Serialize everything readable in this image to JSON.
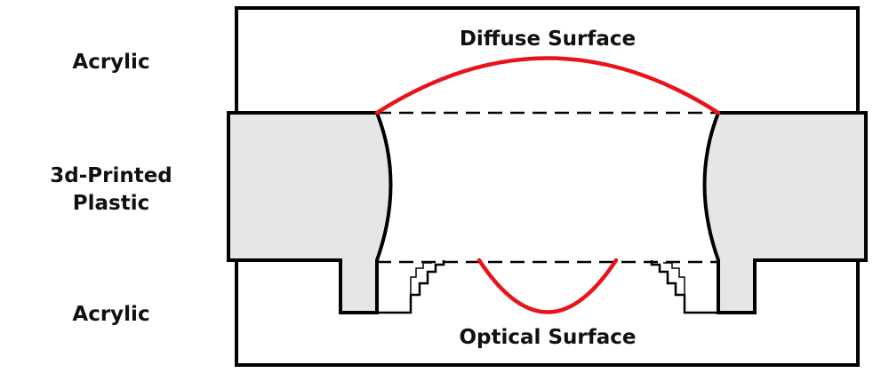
{
  "labels": {
    "top_material": "Acrylic",
    "middle_material": "3d-Printed Plastic",
    "bottom_material": "Acrylic",
    "diffuse_surface": "Diffuse Surface",
    "optical_surface": "Optical Surface"
  },
  "colors": {
    "outline": "#000000",
    "plastic_fill": "#e6e6e6",
    "surface_curve": "#e8141c",
    "text": "#111111"
  }
}
